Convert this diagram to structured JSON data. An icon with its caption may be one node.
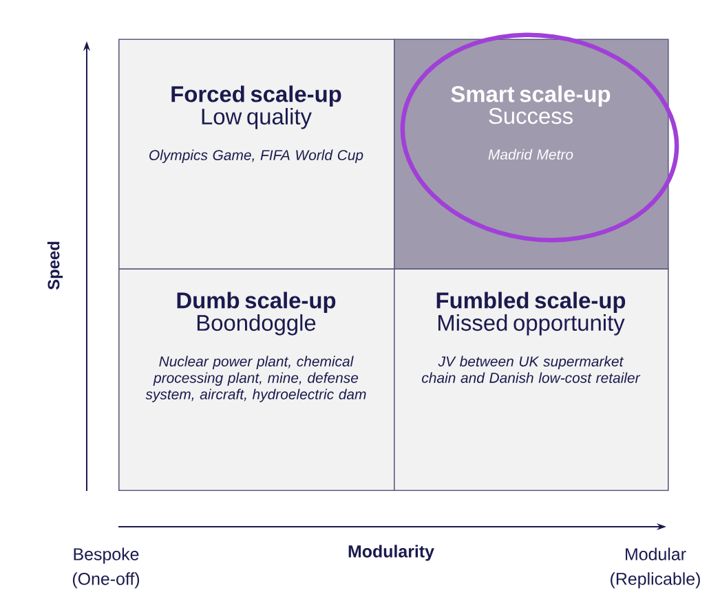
{
  "diagram": {
    "nodes": [
      {
        "text": [
          "Forced scale-up",
          "Low quality",
          "Olympics Game, FIFA World Cup"
        ]
      },
      {
        "text": [
          "Smart scale-up",
          "Success",
          "Madrid Metro"
        ]
      },
      {
        "text": [
          "Dumb scale-up",
          "Boondoggle",
          "Nuclear power plant, chemical processing plant, mine, defense system, aircraft, hydroelectric dam"
        ]
      },
      {
        "text": [
          "Fumbled scale-up",
          "Missed opportunity",
          "JV between UK supermarket chain and Danish low-cost retailer"
        ]
      }
    ],
    "edges": [],
    "labels": [
      "Speed",
      "Modularity",
      "Bespoke (One-off)",
      "Modular (Replicable)"
    ]
  }
}
